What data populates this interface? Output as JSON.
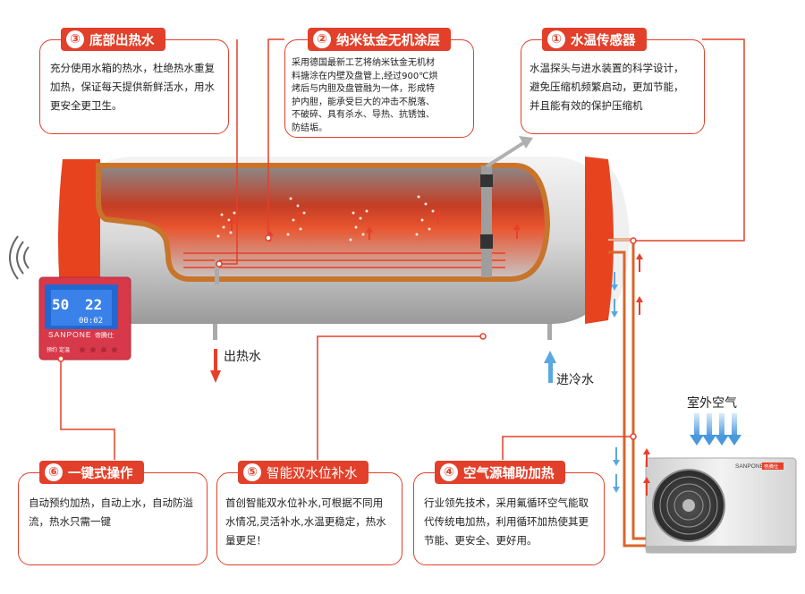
{
  "callouts": [
    {
      "num": "③",
      "title": "底部出热水",
      "body": [
        "充分使用水箱的热水，杜绝热水重复",
        "加热，保证每天提供新鲜活水，用水",
        "更安全更卫生。"
      ]
    },
    {
      "num": "②",
      "title": "纳米钛金无机涂层",
      "body": [
        "采用德国最新工艺将纳米钛金无机材",
        "料搪涂在内壁及盘管上,经过900℃烘",
        "烤后与内胆及盘管融为一体，形成特",
        "护内胆，能承受巨大的冲击不脱落、",
        "不破碎、具有杀水、导热、抗锈蚀、",
        "防结垢。"
      ]
    },
    {
      "num": "①",
      "title": "水温传感器",
      "body": [
        "水温探头与进水装置的科学设计，",
        "避免压缩机频繁启动，更加节能，",
        "并且能有效的保护压缩机"
      ]
    },
    {
      "num": "⑥",
      "title": "一键式操作",
      "body": [
        "自动预约加热，自动上水，自动防溢",
        "流，热水只需一键"
      ]
    },
    {
      "num": "⑤",
      "title": "智能双水位补水",
      "body": [
        "首创智能双水位补水,可根据不同用",
        "水情况,灵活补水,水温更稳定，热水",
        "量更足！"
      ]
    },
    {
      "num": "④",
      "title": "空气源辅助加热",
      "body": [
        "行业领先技术，采用氟循环空气能取",
        "代传统电加热，利用循环加热使其更",
        "节能、更安全、更好用。"
      ]
    }
  ],
  "labels": {
    "hot_out": "出热水",
    "cold_in": "进冷水",
    "outdoor_air": "室外空气"
  },
  "panel": {
    "left": "50",
    "right": "22",
    "time": "00:02",
    "brand": "SANPONE",
    "brand_cn": "帝腾仕",
    "btn1": "预约",
    "btn2": "定温"
  },
  "unit": {
    "brand": "SANPONE",
    "tag": "帝腾仕"
  },
  "colors": {
    "accent": "#e2402a",
    "tank_inner": "#e2502a",
    "coil": "#c8742a",
    "panel": "#d9394a",
    "screen": "#2a6fd6",
    "water_cold": "#5aa8e0"
  }
}
